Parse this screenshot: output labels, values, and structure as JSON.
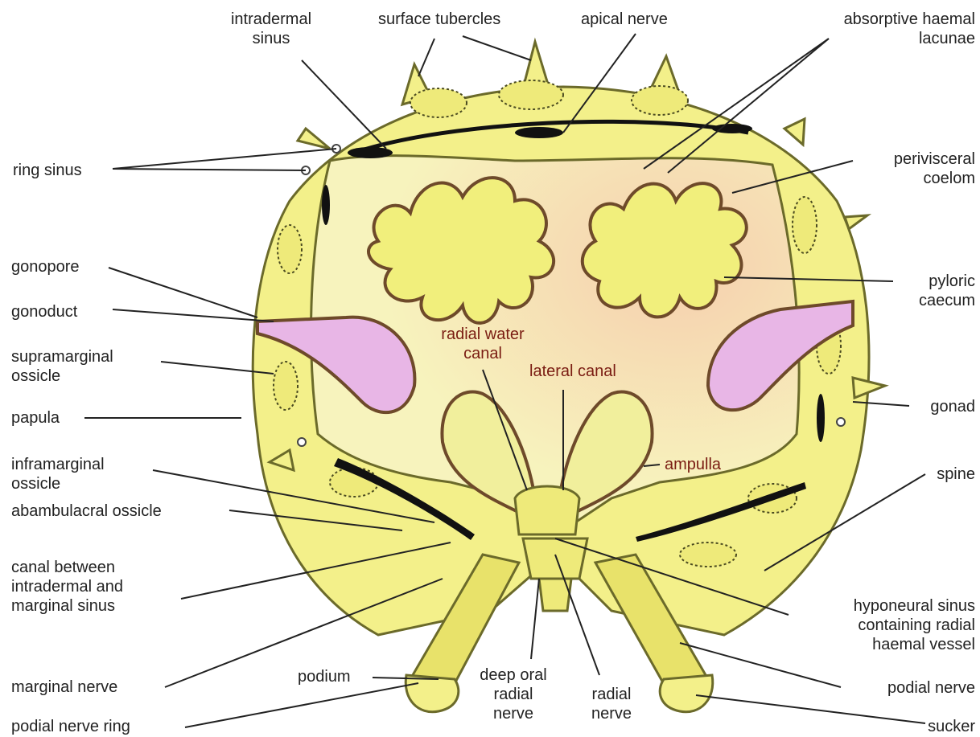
{
  "colors": {
    "body": "#f3f08a",
    "body_edge": "#6b6a2a",
    "inner_cavity": "#f7f2b8",
    "coelom_tint": "#f6d6b4",
    "gonad": "#e8b6e6",
    "caecum": "#f1ef7c",
    "leader_line": "#222222",
    "lacunae": "#111111"
  },
  "labels": {
    "intradermal_sinus": "intradermal\nsinus",
    "surface_tubercles": "surface tubercles",
    "apical_nerve": "apical nerve",
    "absorptive_haemal_lacunae": "absorptive haemal\nlacunae",
    "ring_sinus": "ring sinus",
    "perivisceral_coelom": "perivisceral\ncoelom",
    "gonopore": "gonopore",
    "pyloric_caecum": "pyloric\ncaecum",
    "gonoduct": "gonoduct",
    "radial_water_canal": "radial water\ncanal",
    "lateral_canal": "lateral canal",
    "supramarginal_ossicle": "supramarginal\nossicle",
    "gonad": "gonad",
    "papula": "papula",
    "ampulla": "ampulla",
    "inframarginal_ossicle": "inframarginal\nossicle",
    "spine": "spine",
    "abambulacral_ossicle": "abambulacral ossicle",
    "canal_between": "canal between\nintradermal and\nmarginal sinus",
    "hyponeural_sinus": "hyponeural sinus\ncontaining radial\nhaemal vessel",
    "marginal_nerve": "marginal nerve",
    "podium": "podium",
    "deep_oral_radial_nerve": "deep oral\nradial\nnerve",
    "radial_nerve": "radial\nnerve",
    "podial_nerve": "podial nerve",
    "podial_nerve_ring": "podial nerve ring",
    "sucker": "sucker"
  }
}
